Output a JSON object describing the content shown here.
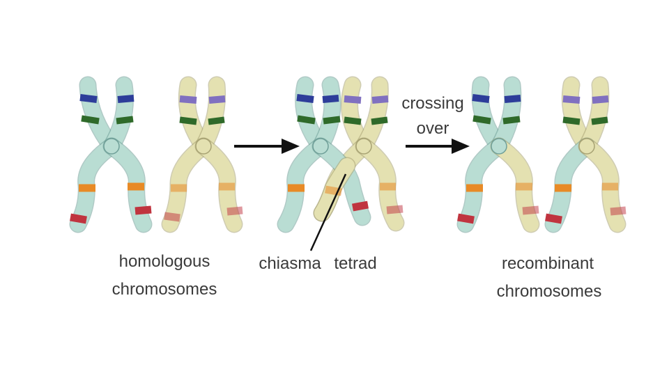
{
  "labels": {
    "homologous_line1": "homologous",
    "homologous_line2": "chromosomes",
    "chiasma": "chiasma",
    "tetrad": "tetrad",
    "crossing_line1": "crossing",
    "crossing_line2": "over",
    "recombinant_line1": "recombinant",
    "recombinant_line2": "chromosomes"
  },
  "colors": {
    "chromosome_teal": "#b9ddd3",
    "chromosome_teal_edge": "#6f9f98",
    "chromosome_yellow": "#e4e1b1",
    "chromosome_yellow_edge": "#a7a273",
    "band_blue": "#2d3d9a",
    "band_purple": "#8070c0",
    "band_green": "#2f6a2a",
    "band_orange": "#e88a26",
    "band_red": "#c0343f",
    "arrow": "#111111"
  }
}
